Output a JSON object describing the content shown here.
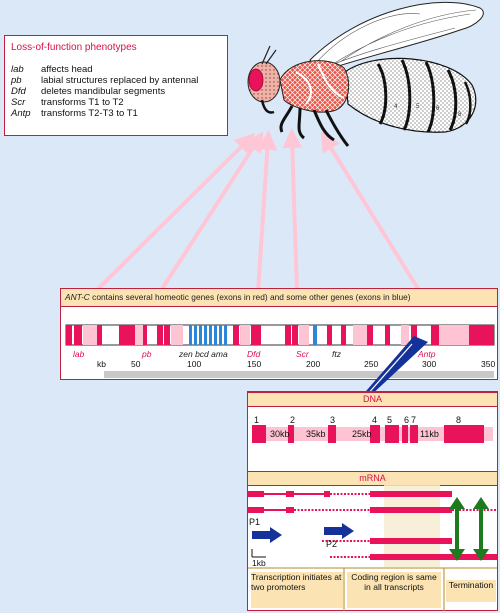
{
  "phenotypes": {
    "title": "Loss-of-function phenotypes",
    "rows": [
      {
        "gene": "lab",
        "effect": "affects head"
      },
      {
        "gene": "pb",
        "effect": "labial structures replaced by antennal"
      },
      {
        "gene": "Dfd",
        "effect": "deletes mandibular segments"
      },
      {
        "gene": "Scr",
        "effect": "transforms T1 to T2"
      },
      {
        "gene": "Antp",
        "effect": "transforms T2-T3 to T1"
      }
    ]
  },
  "antc": {
    "title_italic": "ANT-C",
    "title_rest": " contains several homeotic genes (exons in red) and some other genes (exons in blue)",
    "gene_labels": [
      {
        "text": "lab",
        "color": "#e0104f",
        "italic": true
      },
      {
        "text": "pb",
        "color": "#e0104f",
        "italic": true
      },
      {
        "text": "zen bcd ama",
        "color": "#222222",
        "italic": true
      },
      {
        "text": "Dfd",
        "color": "#e0104f",
        "italic": true
      },
      {
        "text": "Scr",
        "color": "#e0104f",
        "italic": true
      },
      {
        "text": "ftz",
        "color": "#222222",
        "italic": true
      },
      {
        "text": "Antp",
        "color": "#e0104f",
        "italic": true
      }
    ],
    "scale_unit": "kb",
    "scale_ticks": [
      "50",
      "100",
      "150",
      "200",
      "250",
      "300",
      "350"
    ]
  },
  "dna": {
    "label": "DNA",
    "exon_numbers": [
      "1",
      "2",
      "3",
      "4",
      "5",
      "6",
      "7",
      "8"
    ],
    "intron_sizes": [
      "30kb",
      "35kb",
      "25kb",
      "11kb"
    ]
  },
  "mrna": {
    "label": "mRNA",
    "promoters": [
      "P1",
      "P2"
    ],
    "scale_bar": "1kb"
  },
  "captions": {
    "transcription": "Transcription initiates at two promoters",
    "coding": "Coding region is same in all transcripts",
    "termination": "Termination"
  },
  "colors": {
    "exon_red": "#e8135a",
    "exon_pink": "#ffc4d4",
    "exon_blue": "#2f86d6",
    "arrow_pink": "#ffc6d6",
    "arrow_navy": "#14329a",
    "arrow_green": "#1e7a1e"
  }
}
